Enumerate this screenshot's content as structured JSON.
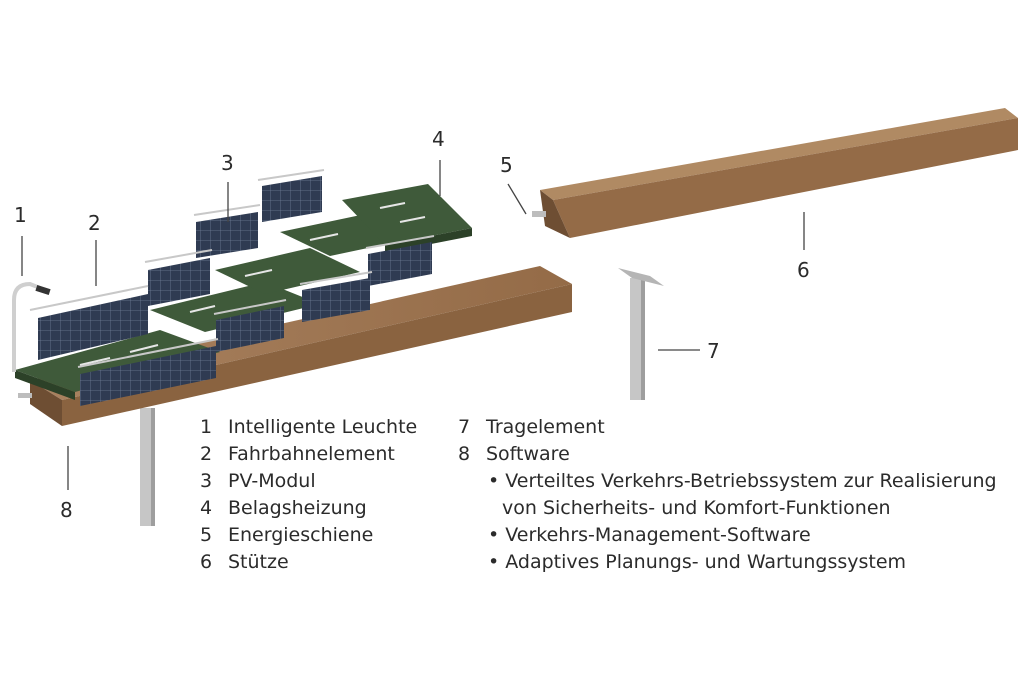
{
  "callouts": [
    "1",
    "2",
    "3",
    "4",
    "5",
    "6",
    "7",
    "8"
  ],
  "legend_left": [
    {
      "num": "1",
      "label": "Intelligente Leuchte"
    },
    {
      "num": "2",
      "label": "Fahrbahnelement"
    },
    {
      "num": "3",
      "label": "PV-Modul"
    },
    {
      "num": "4",
      "label": "Belagsheizung"
    },
    {
      "num": "5",
      "label": "Energieschiene"
    },
    {
      "num": "6",
      "label": "Stütze"
    }
  ],
  "legend_right": [
    {
      "num": "7",
      "label": "Tragelement"
    },
    {
      "num": "8",
      "label": "Software"
    }
  ],
  "software_items": [
    "• Verteiltes Verkehrs-Betriebssystem zur Realisierung",
    "von Sicherheits- und Komfort-Funktionen",
    "• Verkehrs-Management-Software",
    "• Adaptives Planungs- und Wartungssystem"
  ],
  "colors": {
    "wood": "#9a7350",
    "wood_dark": "#7a573a",
    "wood_light": "#b08a63",
    "road": "#3f5a3a",
    "pv": "#2f3b52",
    "steel": "#bdbdbd",
    "text": "#2b2b2b"
  }
}
